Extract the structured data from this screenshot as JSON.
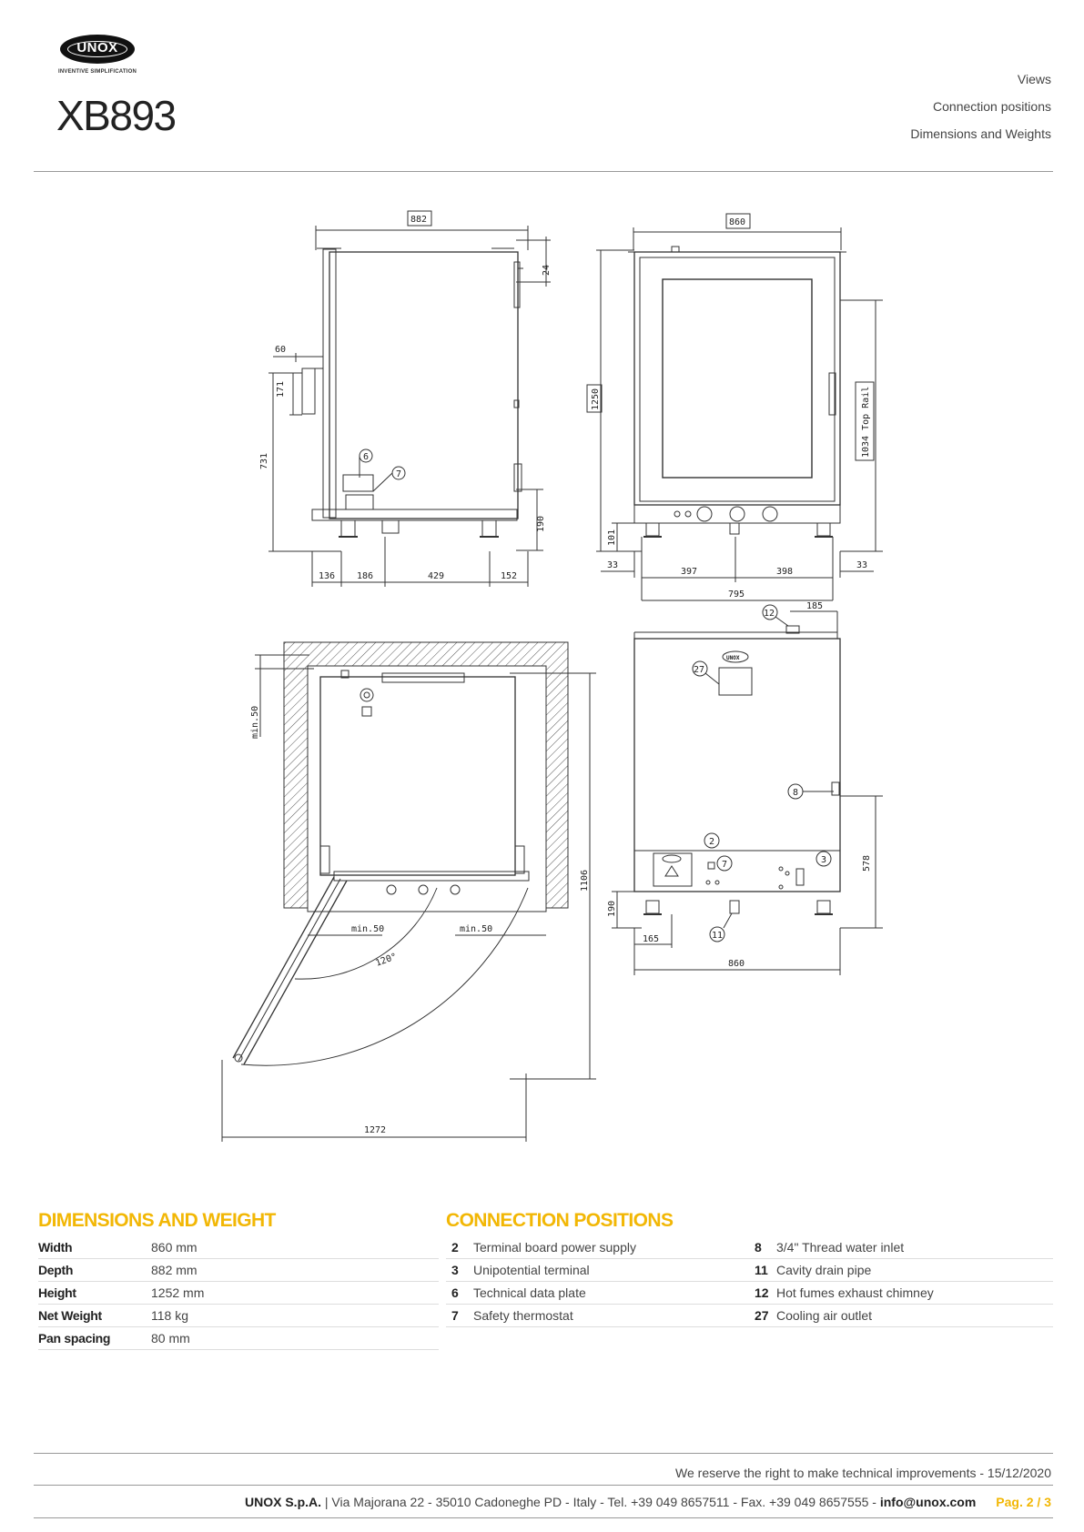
{
  "brand": {
    "logo_text": "UNOX",
    "tagline": "INVENTIVE SIMPLIFICATION"
  },
  "model": "XB893",
  "toc": [
    "Views",
    "Connection positions",
    "Dimensions and Weights"
  ],
  "drawing_labels": {
    "side": {
      "width": "882",
      "top": "24",
      "d60": "60",
      "d171": "171",
      "d731": "731",
      "d190": "190",
      "b136": "136",
      "b186": "186",
      "b429": "429",
      "b152": "152",
      "c6": "6",
      "c7": "7"
    },
    "front": {
      "width": "860",
      "height": "1250",
      "toprail": "1034 Top Rail",
      "d101": "101",
      "b33l": "33",
      "b397": "397",
      "b398": "398",
      "b33r": "33",
      "b795": "795"
    },
    "top": {
      "min50_top": "min.50",
      "min50_left": "min.50",
      "min50_right": "min.50",
      "angle": "120°",
      "depth": "1106",
      "span": "1272"
    },
    "rear": {
      "d185": "185",
      "c12": "12",
      "c27": "27",
      "c8": "8",
      "c2": "2",
      "c7": "7",
      "c3": "3",
      "c11": "11",
      "d578": "578",
      "d190": "190",
      "d165": "165",
      "width": "860",
      "badge": "UNOX"
    }
  },
  "dimensions": {
    "title": "DIMENSIONS AND WEIGHT",
    "rows": [
      {
        "label": "Width",
        "value": "860 mm"
      },
      {
        "label": "Depth",
        "value": "882 mm"
      },
      {
        "label": "Height",
        "value": "1252 mm"
      },
      {
        "label": "Net Weight",
        "value": "118 kg"
      },
      {
        "label": "Pan spacing",
        "value": "80 mm"
      }
    ]
  },
  "connections": {
    "title": "CONNECTION POSITIONS",
    "left": [
      {
        "num": "2",
        "desc": "Terminal board power supply"
      },
      {
        "num": "3",
        "desc": "Unipotential terminal"
      },
      {
        "num": "6",
        "desc": "Technical data plate"
      },
      {
        "num": "7",
        "desc": "Safety thermostat"
      }
    ],
    "right": [
      {
        "num": "8",
        "desc": "3/4\" Thread water inlet"
      },
      {
        "num": "11",
        "desc": "Cavity drain pipe"
      },
      {
        "num": "12",
        "desc": "Hot fumes exhaust chimney"
      },
      {
        "num": "27",
        "desc": "Cooling air outlet"
      }
    ]
  },
  "footer": {
    "note": "We reserve the right to make technical improvements - 15/12/2020",
    "company": "UNOX S.p.A.",
    "address": " | Via Majorana 22 - 35010 Cadoneghe PD - Italy - Tel. +39 049 8657511 - Fax. +39 049 8657555 - ",
    "email": "info@unox.com",
    "page": "Pag. 2 / 3"
  },
  "colors": {
    "accent": "#f2b705",
    "text": "#222222",
    "rule": "#999999"
  }
}
